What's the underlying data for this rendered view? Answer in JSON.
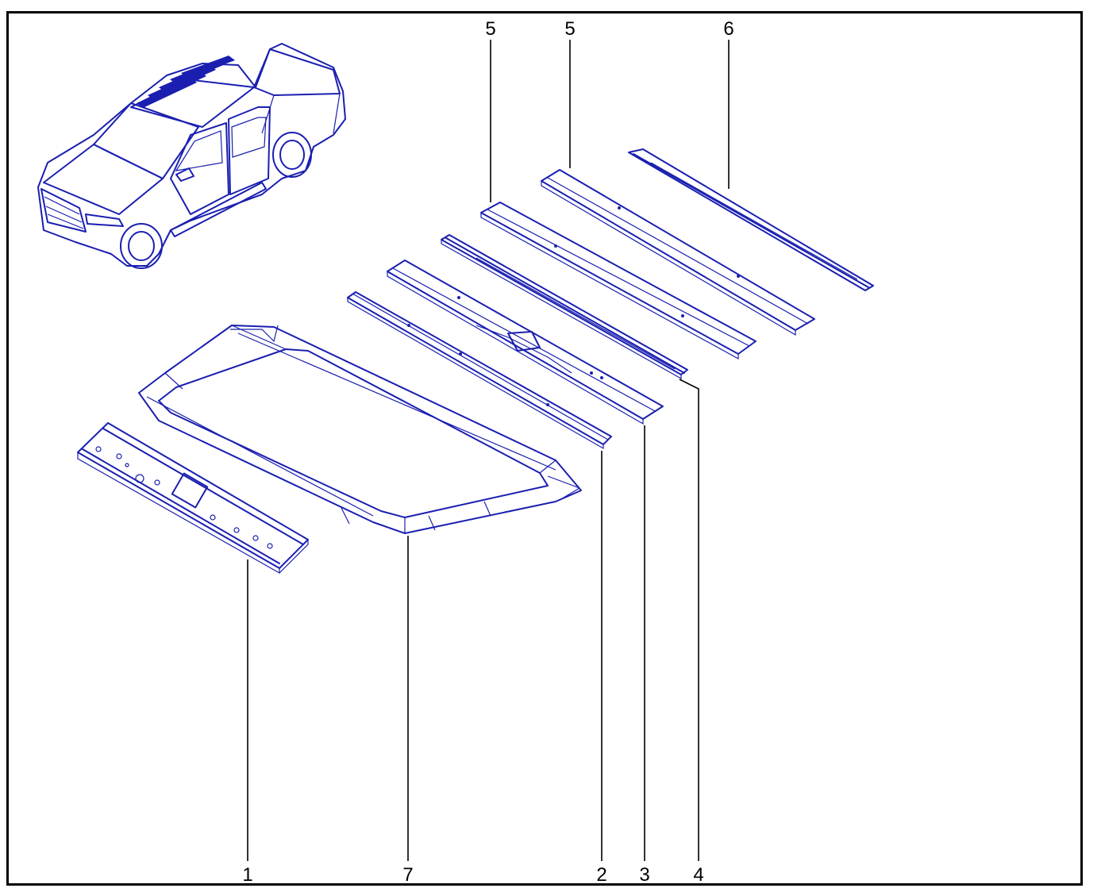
{
  "colors": {
    "line": "#1a1fb0",
    "leader": "#000000",
    "border": "#000000"
  },
  "callouts": {
    "c1": "1",
    "c7": "7",
    "c2": "2",
    "c3": "3",
    "c4": "4",
    "c5a": "5",
    "c5b": "5",
    "c6": "6"
  }
}
